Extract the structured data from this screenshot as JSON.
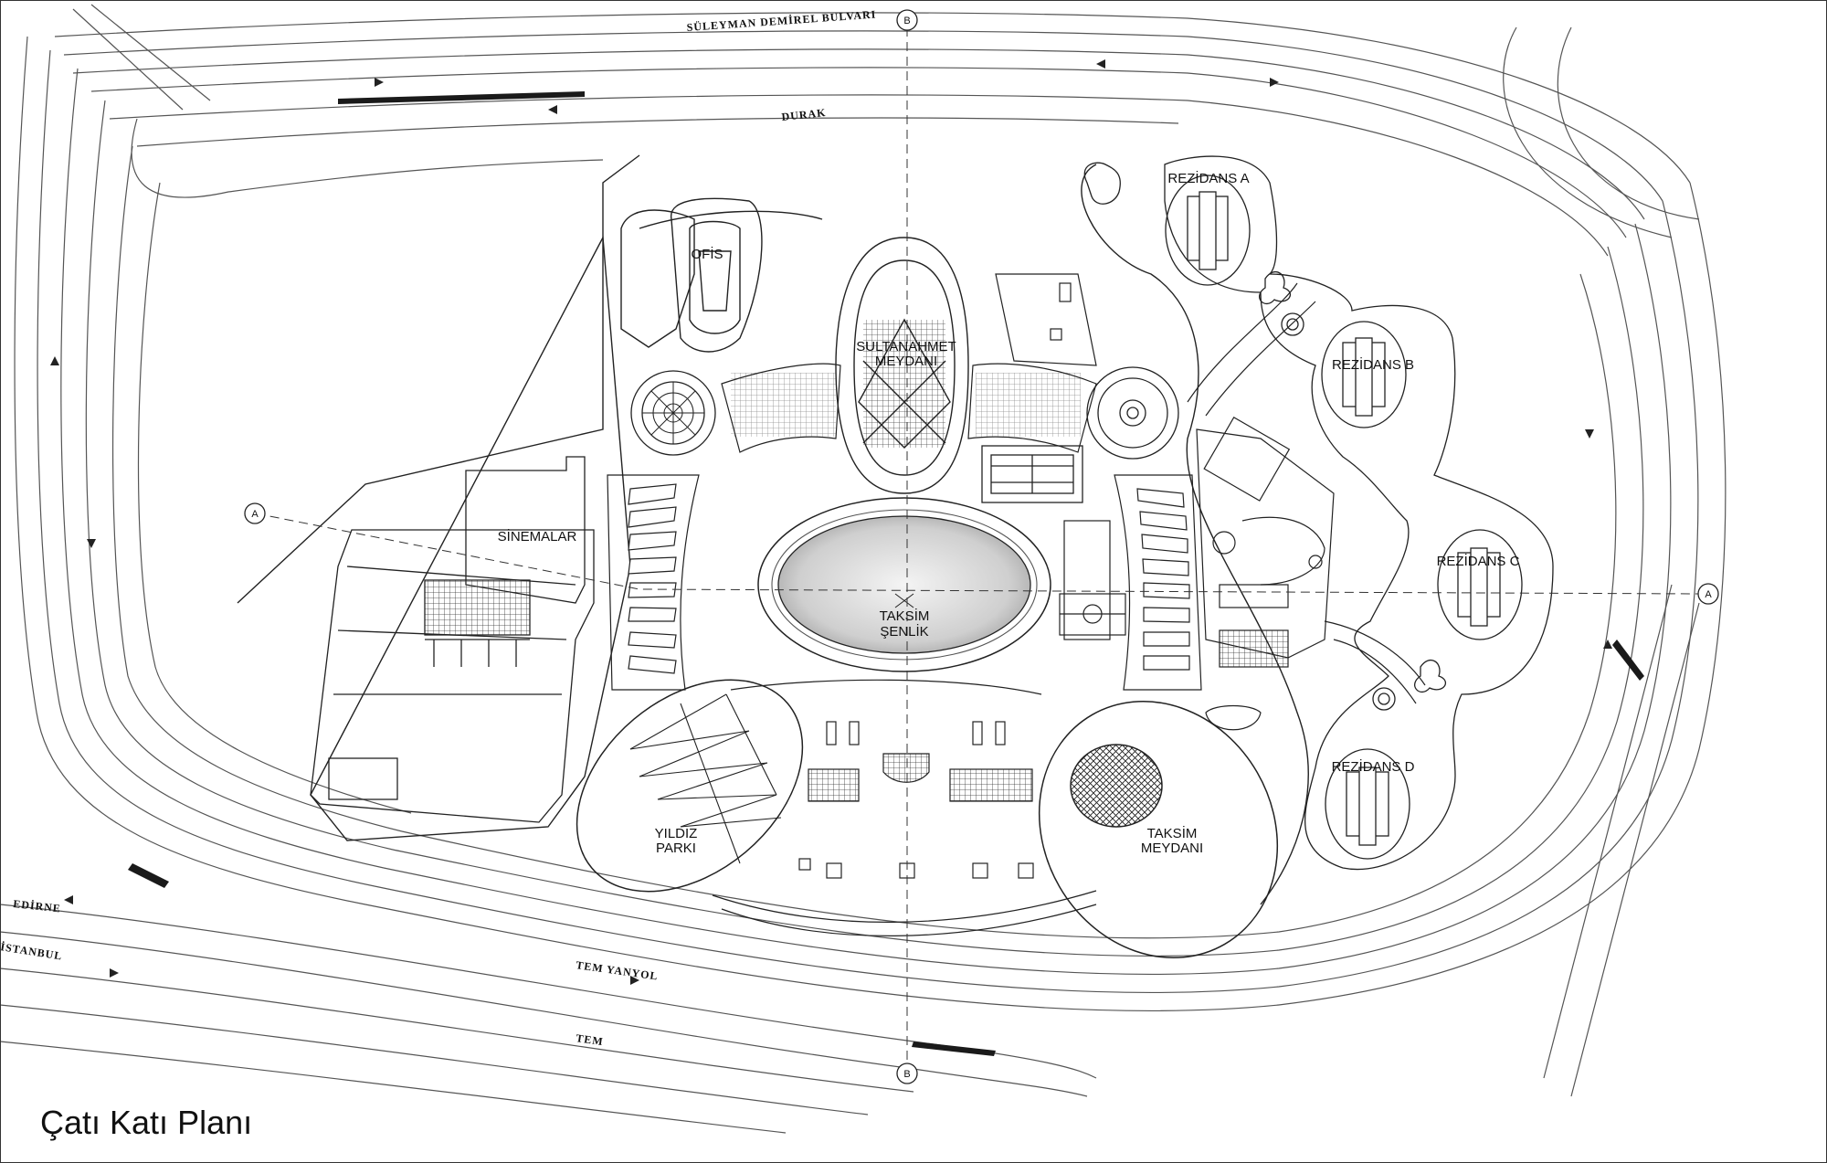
{
  "title": "Çatı Katı Planı",
  "roads": {
    "suleyman": "SÜLEYMAN DEMİREL BULVARI",
    "durak": "DURAK",
    "edirne": "EDİRNE",
    "istanbul": "İSTANBUL",
    "tem_yanyol": "TEM YANYOL",
    "tem": "TEM"
  },
  "zones": {
    "ofis": "OFİS",
    "sinemalar": "SİNEMALAR",
    "sultanahmet_1": "SULTANAHMET",
    "sultanahmet_2": "MEYDANI",
    "taksim_senlik_1": "TAKSİM",
    "taksim_senlik_2": "ŞENLİK",
    "yildiz_1": "YILDIZ",
    "yildiz_2": "PARKI",
    "taksim_meydani_1": "TAKSİM",
    "taksim_meydani_2": "MEYDANI",
    "rezidans_a": "REZİDANS A",
    "rezidans_b": "REZİDANS B",
    "rezidans_c": "REZİDANS C",
    "rezidans_d": "REZİDANS D"
  },
  "section_markers": {
    "a": "A",
    "b": "B"
  },
  "colors": {
    "line": "#222222",
    "road": "#555555",
    "hatch": "#444444",
    "fill_dark": "#1a1a1a"
  }
}
